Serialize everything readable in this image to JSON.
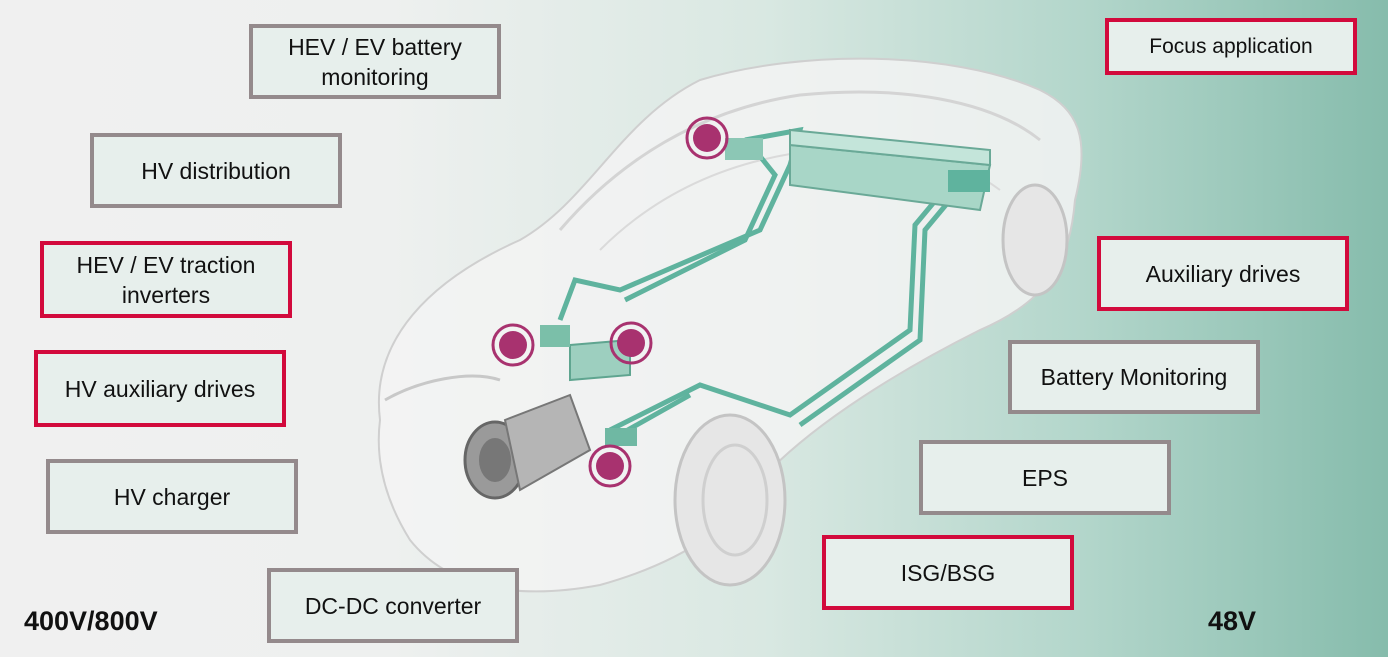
{
  "labels": {
    "hev_battery": "HEV / EV battery monitoring",
    "hv_distribution": "HV distribution",
    "traction_inverters": "HEV / EV traction inverters",
    "hv_aux_drives": "HV auxiliary drives",
    "hv_charger": "HV charger",
    "dcdc": "DC-DC converter",
    "focus": "Focus application",
    "aux_drives": "Auxiliary drives",
    "battery_monitoring": "Battery Monitoring",
    "eps": "EPS",
    "isg_bsg": "ISG/BSG"
  },
  "voltage": {
    "left": "400V/800V",
    "right": "48V"
  },
  "colors": {
    "focus_border": "#d20a3c",
    "default_border": "#948a8c",
    "box_fill": "#e7efec",
    "marker": "#a8326f",
    "wiring": "#5fb39e"
  }
}
